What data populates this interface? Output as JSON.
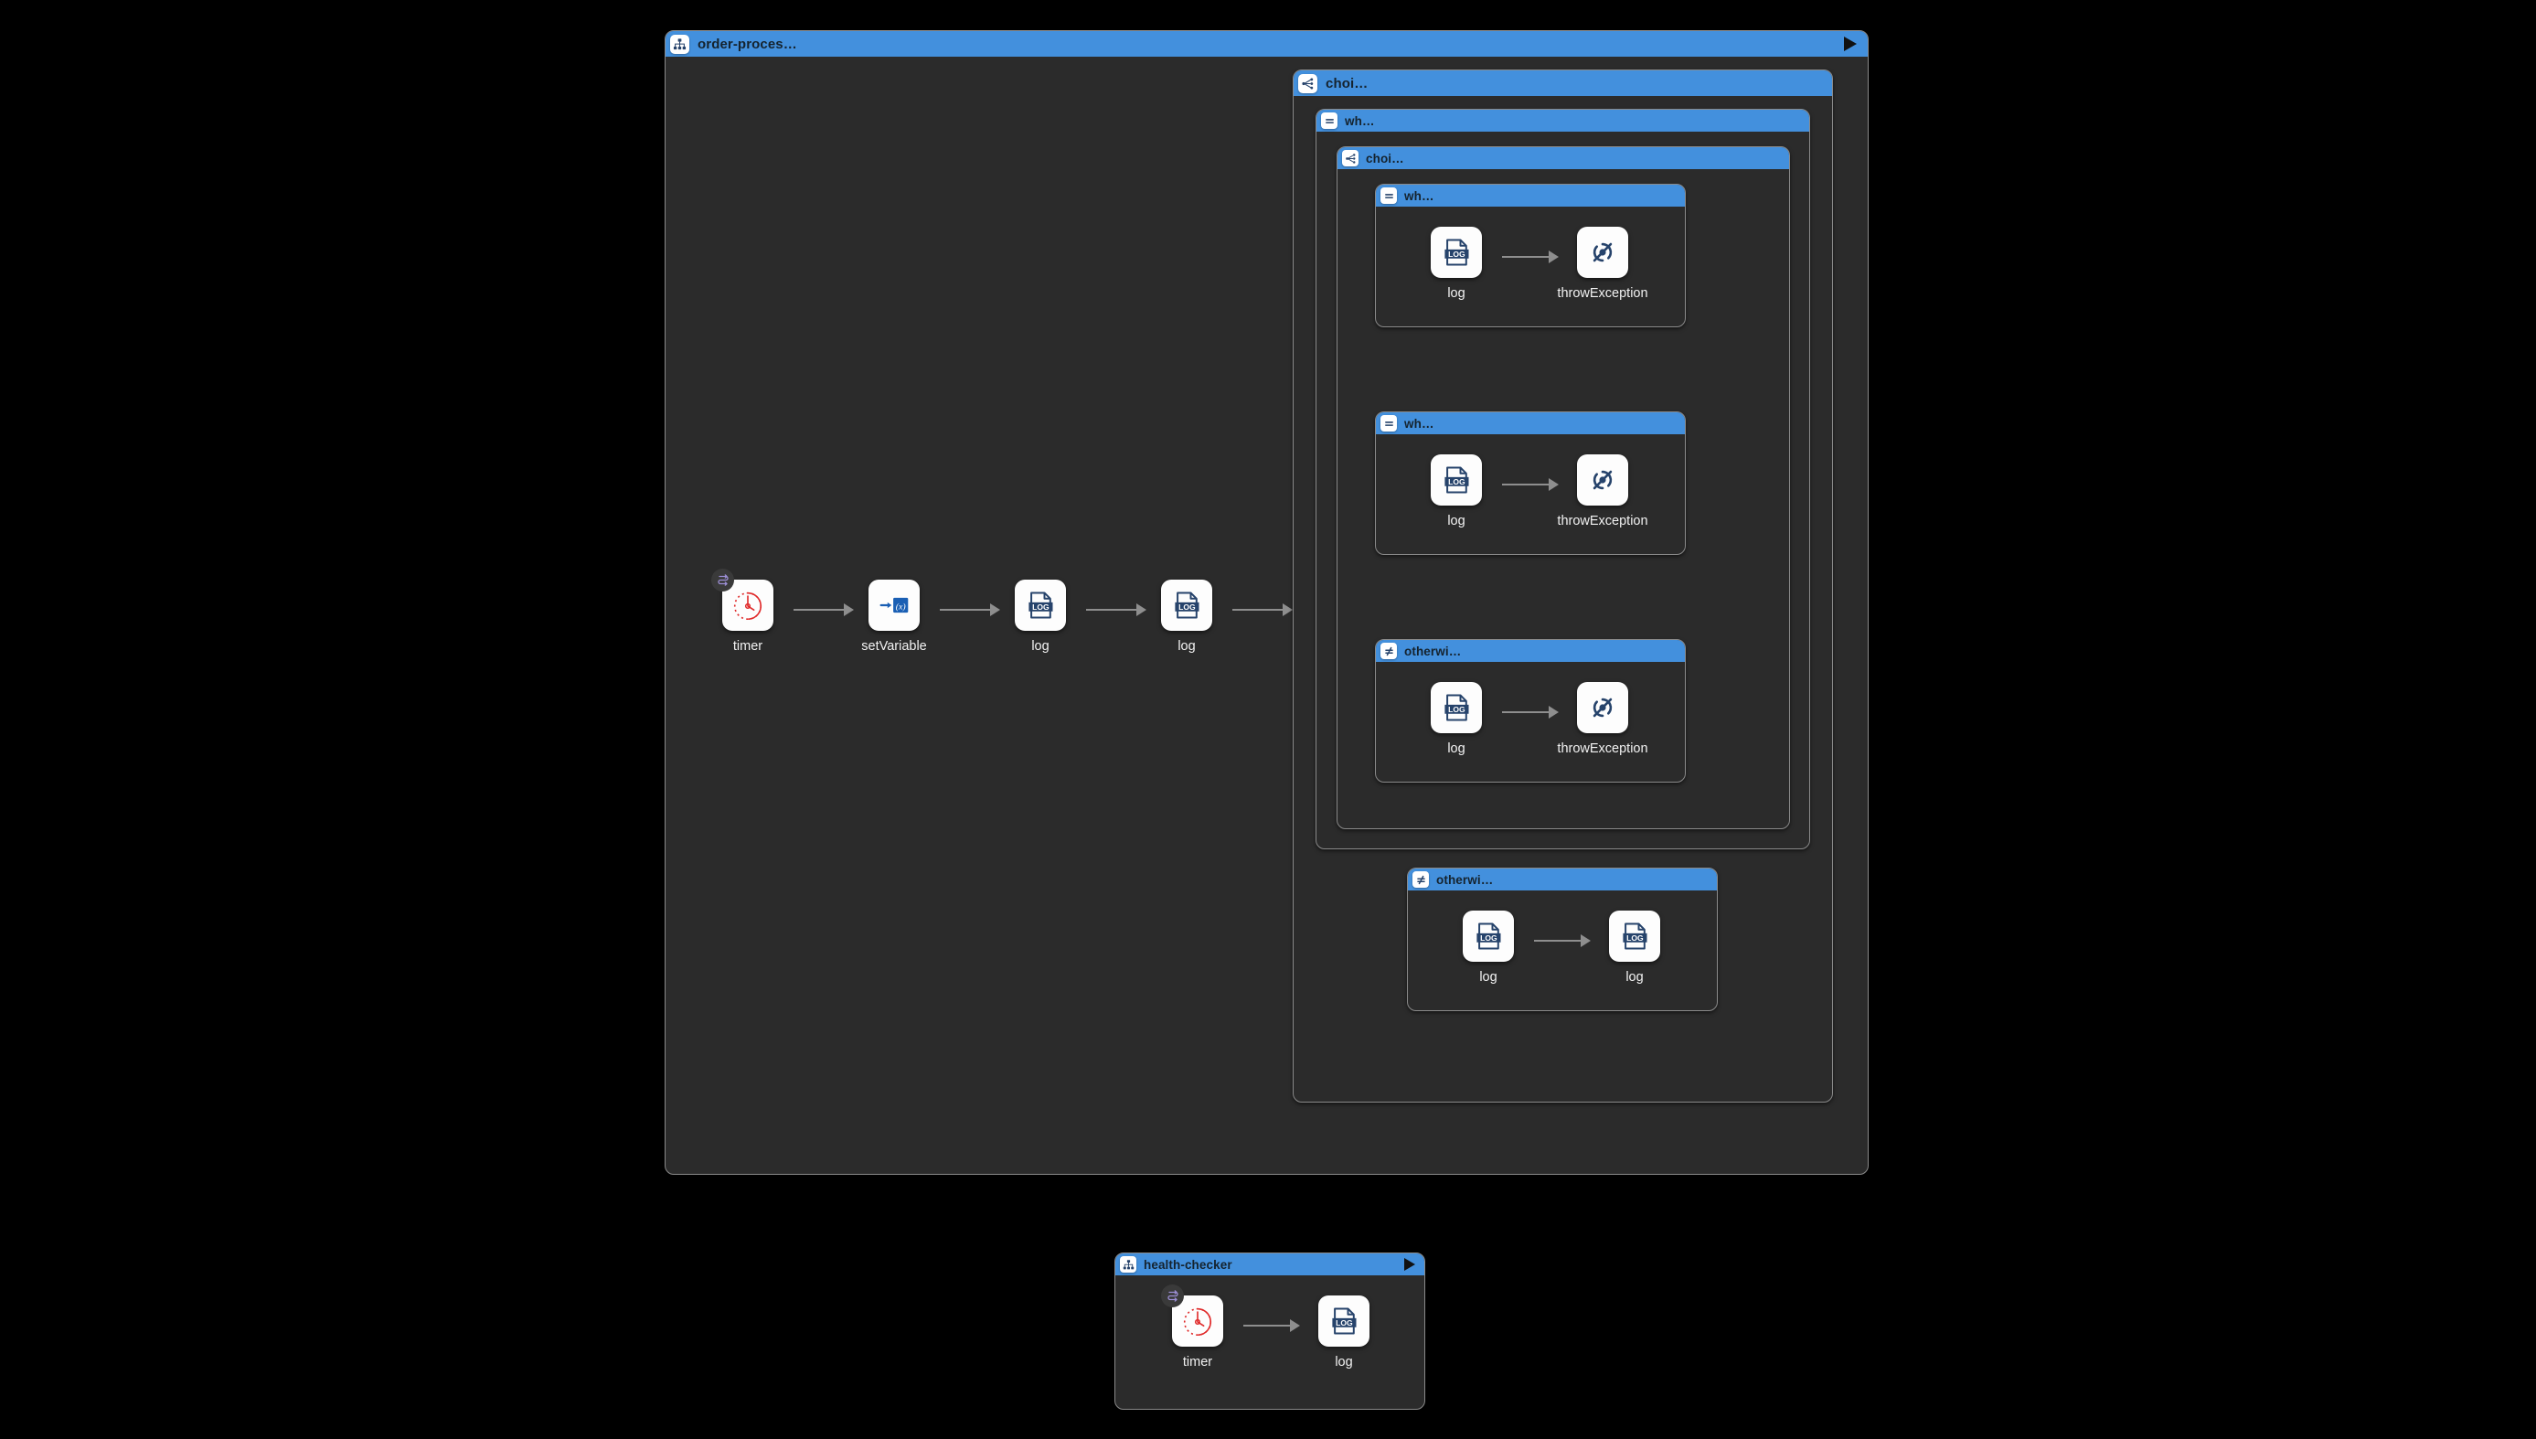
{
  "canvas": {
    "background": "#000000",
    "panel_bg": "#2b2b2b",
    "header_blue": "#4390dd",
    "border_gray": "#8a8a8a",
    "arrow_gray": "#8e8e8e",
    "label_color": "#f2f2f2",
    "icon_navy": "#26436b",
    "timer_red": "#e02a2a",
    "badge_purple": "#9d8fd6"
  },
  "routes": [
    {
      "id": "order-processing",
      "title": "order-proces…",
      "icon": "route-icon",
      "has_play": true,
      "play_label": "▶",
      "steps": [
        {
          "name": "timer",
          "icon": "timer-icon",
          "badge": "route-start-badge-icon"
        },
        {
          "name": "setVariable",
          "icon": "set-variable-icon",
          "badge": null
        },
        {
          "name": "log",
          "icon": "log-icon",
          "badge": null
        },
        {
          "name": "log",
          "icon": "log-icon",
          "badge": null
        }
      ],
      "choice": {
        "title": "choi…",
        "icon": "choice-icon",
        "branches": [
          {
            "title": "wh…",
            "icon": "when-icon",
            "kind": "when",
            "nested_choice": {
              "title": "choi…",
              "icon": "choice-icon",
              "branches": [
                {
                  "title": "wh…",
                  "icon": "when-icon",
                  "kind": "when",
                  "steps": [
                    {
                      "name": "log",
                      "icon": "log-icon"
                    },
                    {
                      "name": "throwException",
                      "icon": "throw-exception-icon"
                    }
                  ]
                },
                {
                  "title": "wh…",
                  "icon": "when-icon",
                  "kind": "when",
                  "steps": [
                    {
                      "name": "log",
                      "icon": "log-icon"
                    },
                    {
                      "name": "throwException",
                      "icon": "throw-exception-icon"
                    }
                  ]
                },
                {
                  "title": "otherwi…",
                  "icon": "otherwise-icon",
                  "kind": "otherwise",
                  "steps": [
                    {
                      "name": "log",
                      "icon": "log-icon"
                    },
                    {
                      "name": "throwException",
                      "icon": "throw-exception-icon"
                    }
                  ]
                }
              ]
            }
          },
          {
            "title": "otherwi…",
            "icon": "otherwise-icon",
            "kind": "otherwise",
            "steps": [
              {
                "name": "log",
                "icon": "log-icon"
              },
              {
                "name": "log",
                "icon": "log-icon"
              }
            ]
          }
        ]
      }
    },
    {
      "id": "health-checker",
      "title": "health-checker",
      "icon": "route-icon",
      "has_play": true,
      "play_label": "▶",
      "steps": [
        {
          "name": "timer",
          "icon": "timer-icon",
          "badge": "route-start-badge-icon"
        },
        {
          "name": "log",
          "icon": "log-icon",
          "badge": null
        }
      ]
    }
  ]
}
